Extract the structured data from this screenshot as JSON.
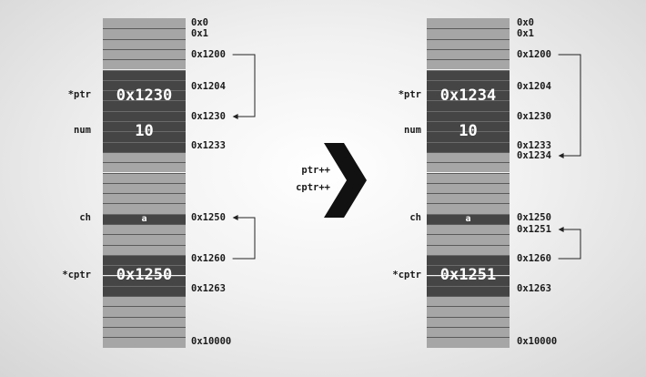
{
  "panels": [
    {
      "id": "before",
      "cells": [
        {
          "name": "ptr",
          "label": "*ptr",
          "value": "0x1230",
          "addr_start": "0x1200",
          "addr_end": "0x1204"
        },
        {
          "name": "num",
          "label": "num",
          "value": "10",
          "addr_start": "0x1230",
          "addr_end": "0x1233"
        },
        {
          "name": "ch",
          "label": "ch",
          "value": "a",
          "addr_start": "0x1250"
        },
        {
          "name": "cptr",
          "label": "*cptr",
          "value": "0x1250",
          "addr_start": "0x1260",
          "addr_end": "0x1263"
        }
      ],
      "addresses": [
        "0x0",
        "0x1",
        "0x1200",
        "0x1204",
        "0x1230",
        "0x1233",
        "0x1250",
        "0x1260",
        "0x1263",
        "0x10000"
      ],
      "pointers": [
        {
          "from": "0x1200",
          "to": "0x1230"
        },
        {
          "from": "0x1260",
          "to": "0x1250"
        }
      ]
    },
    {
      "id": "after",
      "cells": [
        {
          "name": "ptr",
          "label": "*ptr",
          "value": "0x1234",
          "addr_start": "0x1200",
          "addr_end": "0x1204"
        },
        {
          "name": "num",
          "label": "num",
          "value": "10",
          "addr_start": "0x1230",
          "addr_end": "0x1233"
        },
        {
          "name": "ch",
          "label": "ch",
          "value": "a",
          "addr_start": "0x1250"
        },
        {
          "name": "cptr",
          "label": "*cptr",
          "value": "0x1251",
          "addr_start": "0x1260",
          "addr_end": "0x1263"
        }
      ],
      "addresses": [
        "0x0",
        "0x1",
        "0x1200",
        "0x1204",
        "0x1230",
        "0x1233",
        "0x1234",
        "0x1250",
        "0x1251",
        "0x1260",
        "0x1263",
        "0x10000"
      ],
      "pointers": [
        {
          "from": "0x1200",
          "to": "0x1234"
        },
        {
          "from": "0x1260",
          "to": "0x1251"
        }
      ]
    }
  ],
  "operations": [
    "ptr++",
    "cptr++"
  ],
  "colors": {
    "free_slot": "#a6a6a6",
    "used_cell": "#454545",
    "connector": "#222222",
    "transition_arrow": "#111111"
  },
  "icons": {
    "transition": "chevron-right-icon"
  }
}
